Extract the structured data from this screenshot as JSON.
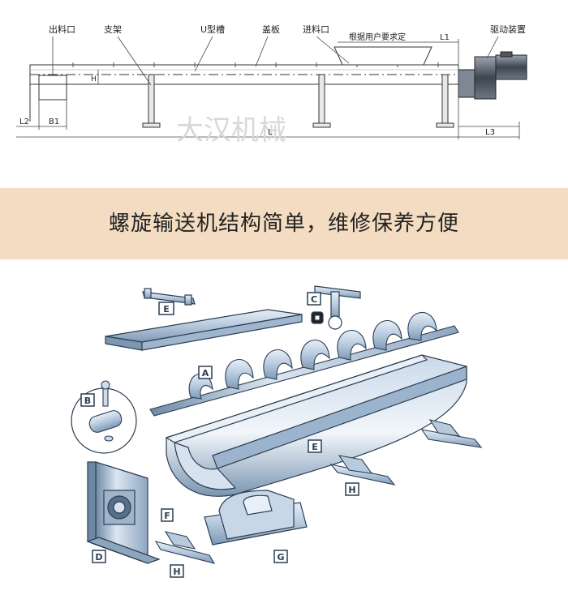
{
  "top_labels": {
    "outlet": "出料口",
    "support": "支架",
    "u_trough": "U型槽",
    "cover": "盖板",
    "inlet": "进料口",
    "user_spec": "根据用户要求定",
    "drive": "驱动装置",
    "dim_l1": "L1",
    "dim_l2": "L2",
    "dim_b1": "B1",
    "dim_l": "L",
    "dim_l3": "L3",
    "dim_h": "H"
  },
  "watermark": "大汉机械",
  "banner_text": "螺旋输送机结构简单，维修保养方便",
  "parts": {
    "A": "A",
    "B": "B",
    "C": "C",
    "D": "D",
    "E_cover": "E",
    "E_trough": "E",
    "E_bracket": "E",
    "F": "F",
    "G": "G",
    "H_right": "H",
    "H_bottom": "H"
  },
  "colors": {
    "banner_bg": "#f3dcc1",
    "line": "#3a4a5a",
    "metal_light": "#d9e6f2",
    "metal_mid": "#a9c0d8",
    "metal_dark": "#5f7a96"
  }
}
